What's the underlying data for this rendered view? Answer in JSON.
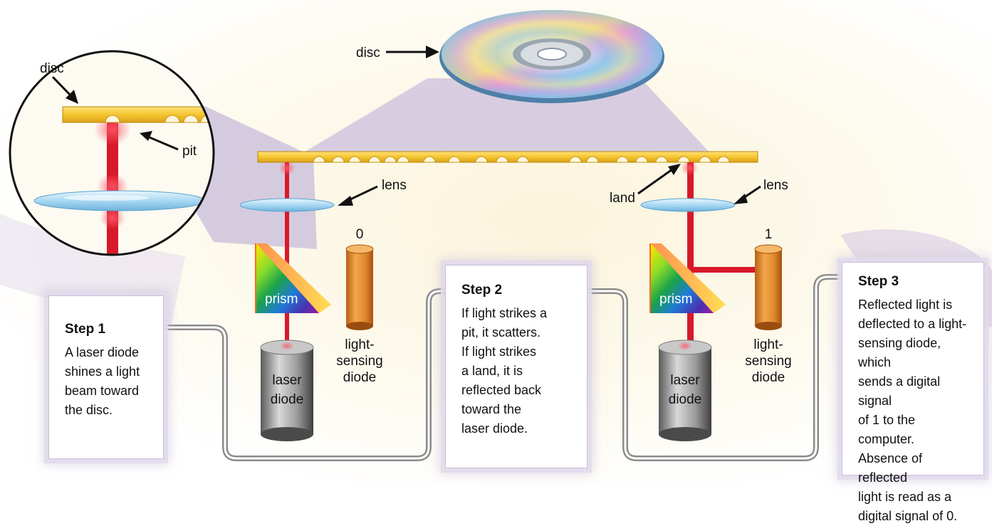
{
  "labels": {
    "disc_top": "disc",
    "disc_zoom": "disc",
    "pit": "pit",
    "lens_left": "lens",
    "lens_right": "lens",
    "land": "land",
    "prism_left": "prism",
    "prism_right": "prism",
    "laser_left_line1": "laser",
    "laser_left_line2": "diode",
    "laser_right_line1": "laser",
    "laser_right_line2": "diode",
    "sensor_left_value": "0",
    "sensor_right_value": "1",
    "sensor_left_line1": "light-",
    "sensor_left_line2": "sensing",
    "sensor_left_line3": "diode",
    "sensor_right_line1": "light-",
    "sensor_right_line2": "sensing",
    "sensor_right_line3": "diode"
  },
  "steps": [
    {
      "title": "Step 1",
      "lines": [
        "A laser diode",
        "shines a light",
        "beam toward",
        "the disc."
      ]
    },
    {
      "title": "Step 2",
      "lines": [
        "If light strikes a",
        "pit, it scatters.",
        "If light strikes",
        "a land, it is",
        "reflected back",
        "toward the",
        "laser diode."
      ]
    },
    {
      "title": "Step 3",
      "lines": [
        "Reflected light is",
        "deflected to a light-",
        "sensing diode, which",
        "sends a digital signal",
        "of 1 to the computer.",
        "Absence of reflected",
        "light is read as a",
        "digital signal of 0."
      ]
    }
  ],
  "colors": {
    "disc_strip": "#f5c530",
    "beam": "#d8192a",
    "lens": "#a9d8f2",
    "sensor": "#e08a2e",
    "laser_body": "#8f8f8f",
    "shadow": "#cfc3dc"
  }
}
